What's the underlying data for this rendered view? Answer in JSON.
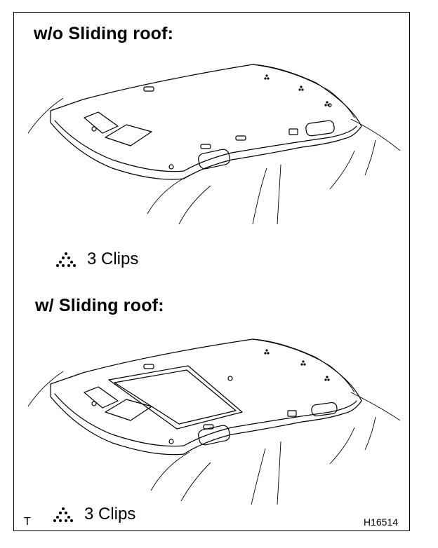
{
  "section_top": {
    "title": "w/o Sliding roof:"
  },
  "legend_top": {
    "icon": "clip-triangle-icon",
    "text": "3 Clips"
  },
  "section_bottom": {
    "title": "w/ Sliding roof:"
  },
  "legend_bottom": {
    "icon": "clip-triangle-icon",
    "text": "3 Clips"
  },
  "corner_mark": "T",
  "figure_id": "H16514"
}
